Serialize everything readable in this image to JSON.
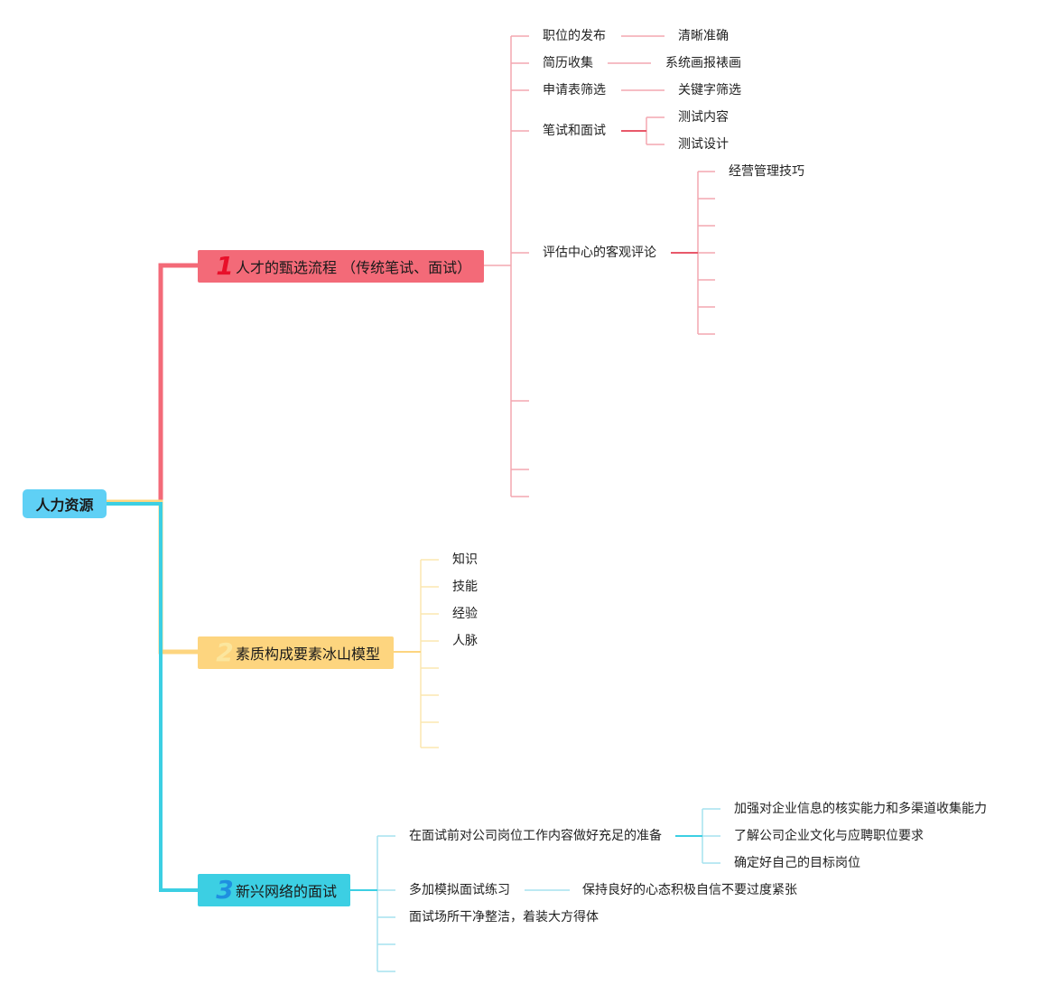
{
  "colors": {
    "root": "#5fd0f5",
    "branch1": "#f36a78",
    "branch1_num": "#e8102a",
    "branch1_line": "#f4a7b0",
    "branch2": "#fdd57f",
    "branch2_num": "#fbe69e",
    "branch2_line": "#fbe7b0",
    "branch3": "#3ccfe3",
    "branch3_num": "#1f8fe0",
    "branch3_line": "#a5e2ef",
    "text": "#222222"
  },
  "root": {
    "label": "人力资源"
  },
  "branches": [
    {
      "num": "1",
      "label": "人才的甄选流程 （传统笔试、面试）",
      "children": [
        {
          "label": "职位的发布",
          "children": [
            {
              "label": "清晰准确"
            }
          ]
        },
        {
          "label": "简历收集",
          "children": [
            {
              "label": "系统画报裱画"
            }
          ]
        },
        {
          "label": "申请表筛选",
          "children": [
            {
              "label": "关键字筛选"
            }
          ]
        },
        {
          "label": "笔试和面试",
          "children": [
            {
              "label": "测试内容"
            },
            {
              "label": "测试设计"
            }
          ]
        },
        {
          "label": "评估中心的客观评论",
          "children": [
            {
              "label": "经营管理技巧"
            },
            {
              "label": ""
            },
            {
              "label": ""
            },
            {
              "label": ""
            },
            {
              "label": ""
            },
            {
              "label": ""
            },
            {
              "label": ""
            }
          ]
        },
        {
          "label": ""
        },
        {
          "label": ""
        },
        {
          "label": ""
        }
      ]
    },
    {
      "num": "2",
      "label": "素质构成要素冰山模型",
      "children": [
        {
          "label": "知识"
        },
        {
          "label": "技能"
        },
        {
          "label": "经验"
        },
        {
          "label": "人脉"
        },
        {
          "label": ""
        },
        {
          "label": ""
        },
        {
          "label": ""
        },
        {
          "label": ""
        }
      ]
    },
    {
      "num": "3",
      "label": "新兴网络的面试",
      "children": [
        {
          "label": "在面试前对公司岗位工作内容做好充足的准备",
          "children": [
            {
              "label": "加强对企业信息的核实能力和多渠道收集能力"
            },
            {
              "label": "了解公司企业文化与应聘职位要求"
            },
            {
              "label": "确定好自己的目标岗位"
            }
          ]
        },
        {
          "label": "多加模拟面试练习",
          "children": [
            {
              "label": "保持良好的心态积极自信不要过度紧张"
            }
          ]
        },
        {
          "label": "面试场所干净整洁，着装大方得体"
        },
        {
          "label": ""
        },
        {
          "label": ""
        }
      ]
    }
  ]
}
